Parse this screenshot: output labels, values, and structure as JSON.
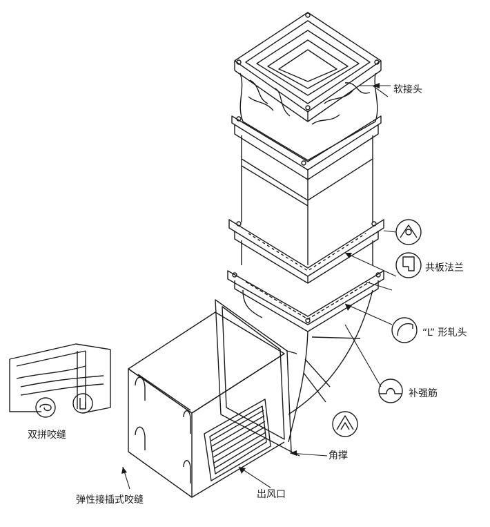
{
  "labels": {
    "soft_joint": "软接头",
    "shared_flange": "共板法兰",
    "l_head": "“L” 形轧头",
    "rib": "补强筋",
    "corner_brace": "角撑",
    "outlet": "出风口",
    "double_seam": "双拼咬缝",
    "snap_seam": "弹性接插式咬缝"
  },
  "colors": {
    "ink": "#1a1a1a",
    "paper": "#ffffff"
  }
}
